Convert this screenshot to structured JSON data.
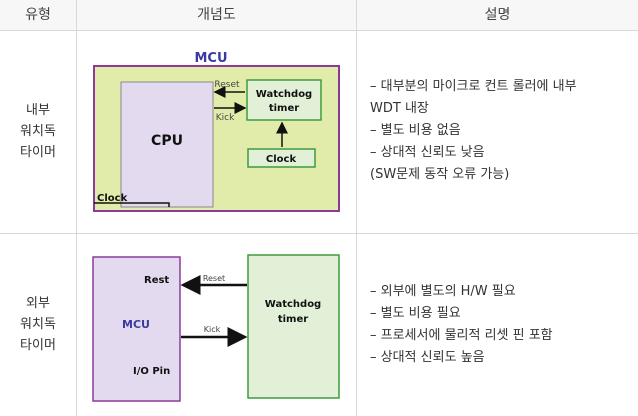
{
  "header": {
    "col_type": "유형",
    "col_diagram": "개념도",
    "col_desc": "설명"
  },
  "rows": [
    {
      "type_lines": [
        "내부",
        "워치독",
        "타이머"
      ],
      "diagram": {
        "mcu_label": "MCU",
        "cpu_label": "CPU",
        "watchdog_label": [
          "Watchdog",
          "timer"
        ],
        "clock_box_label": "Clock",
        "reset_label": "Reset",
        "kick_label": "Kick",
        "clock_line_label": "Clock",
        "colors": {
          "mcu_fill": "#e2ecaa",
          "mcu_border": "#8b3a9c",
          "cpu_fill": "#e4daf0",
          "watchdog_fill": "#e2f0d8",
          "watchdog_border": "#3d9b3d",
          "title": "#3a3aa0"
        }
      },
      "desc_lines": [
        "–  대부분의 마이크로 컨트 롤러에 내부",
        "WDT 내장",
        "–  별도 비용 없음",
        "–  상대적 신뢰도 낮음",
        "(SW문제 동작 오류 가능)"
      ]
    },
    {
      "type_lines": [
        "외부",
        "워치독",
        "타이머"
      ],
      "diagram": {
        "rest_label": "Rest",
        "mcu_label": "MCU",
        "io_label": "I/O Pin",
        "reset_label": "Reset",
        "kick_label": "Kick",
        "watchdog_label": [
          "Watchdog",
          "timer"
        ],
        "colors": {
          "mcu_fill": "#e4daf0",
          "mcu_border": "#8b3a9c",
          "watchdog_fill": "#e2f0d8",
          "watchdog_border": "#3d9b3d",
          "mcu_text": "#3a3aa0"
        }
      },
      "desc_lines": [
        "–  외부에 별도의 H/W 필요",
        "–  별도 비용 필요",
        "–  프로세서에 물리적 리셋 핀 포함",
        "–  상대적 신뢰도 높음"
      ]
    }
  ]
}
